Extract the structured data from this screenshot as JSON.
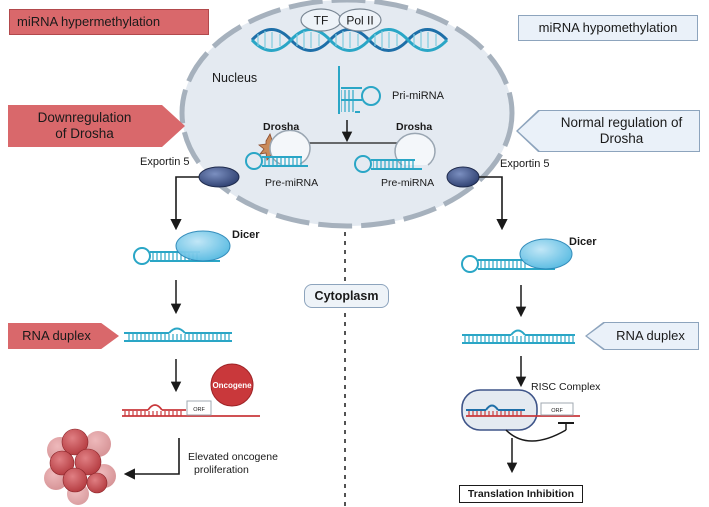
{
  "left_panel": {
    "header": "miRNA hypermethylation",
    "drosha_state": "Downregulation of Drosha",
    "duplex": "RNA duplex",
    "oncogene_badge": "Oncogene",
    "orf": "ORF",
    "outcome": "Elevated oncogene proliferation"
  },
  "right_panel": {
    "header": "miRNA hypomethylation",
    "drosha_state": "Normal regulation of Drosha",
    "duplex": "RNA duplex",
    "risc": "RISC Complex",
    "orf": "ORF",
    "outcome": "Translation Inhibition"
  },
  "nucleus": {
    "label": "Nucleus",
    "tf": "TF",
    "pol2": "Pol II",
    "pri_mirna": "Pri-miRNA",
    "drosha_left": "Drosha",
    "drosha_right": "Drosha",
    "pre_mirna_left": "Pre-miRNA",
    "pre_mirna_right": "Pre-miRNA"
  },
  "exportin_left": "Exportin 5",
  "exportin_right": "Exportin 5",
  "dicer_left": "Dicer",
  "dicer_right": "Dicer",
  "cytoplasm": "Cytoplasm",
  "colors": {
    "red_box": "#d9686b",
    "blue_box": "#eaf1f9",
    "rna_blue": "#2aa6c6",
    "rna_dark": "#1e6fa8",
    "onco_red": "#c9383b",
    "exportin": "#3f5589",
    "nucleus_fill": "#e4eaf1",
    "nucleus_border": "#a6b1bd"
  }
}
